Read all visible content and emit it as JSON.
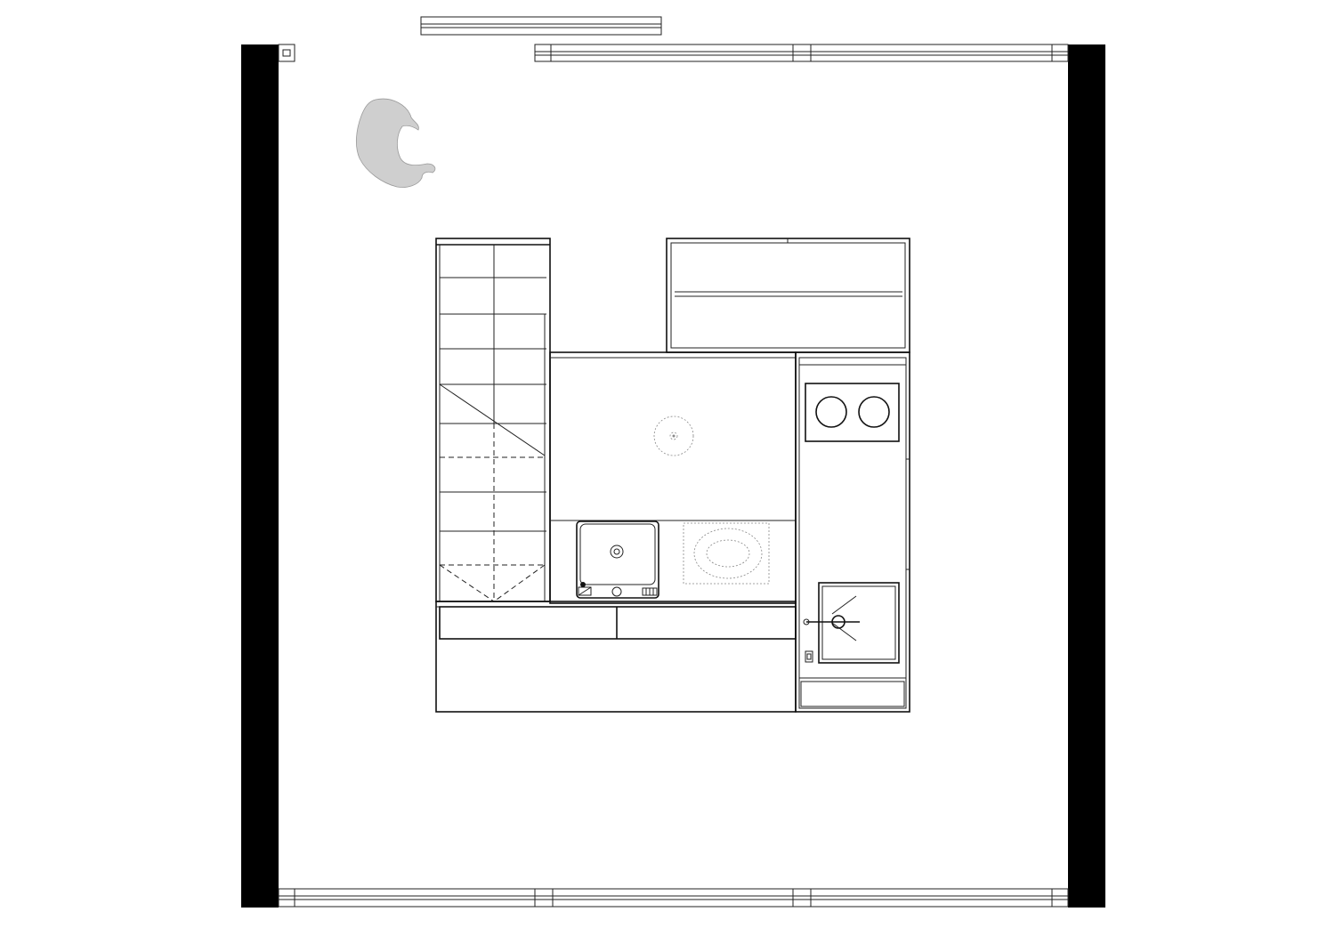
{
  "drawing": {
    "type": "floor-plan",
    "elements": [
      "exterior-wall-left",
      "exterior-wall-right",
      "window-top",
      "window-bottom",
      "staircase",
      "storage-shelf",
      "wardrobe",
      "toilet",
      "sink",
      "cooktop",
      "kitchen-sink",
      "bench",
      "plant"
    ]
  },
  "colors": {
    "wall": "#000000",
    "line": "#111111",
    "plant": "#cfcfcf",
    "background": "#ffffff"
  }
}
